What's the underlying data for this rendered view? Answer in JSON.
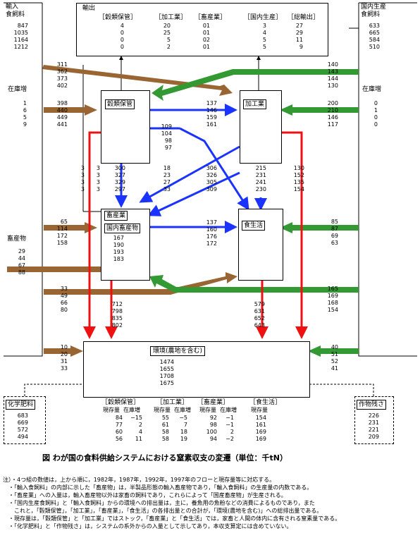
{
  "nodes": {
    "import_feed": {
      "label1": "輸入",
      "label2": "食飼料",
      "values": [
        "847",
        "1035",
        "1164",
        "1212"
      ]
    },
    "stock_increase_left": {
      "label": "在庫増",
      "values": [
        "1",
        "6",
        "5",
        "9"
      ]
    },
    "livestock_product": {
      "label": "畜産物",
      "values": [
        "29",
        "44",
        "67",
        "88"
      ]
    },
    "domestic_feed": {
      "label1": "国内生産",
      "label2": "食飼料",
      "values": [
        "633",
        "665",
        "584",
        "510"
      ]
    },
    "stock_increase_right": {
      "label": "在庫増",
      "values": [
        "0",
        "1",
        "0",
        "0"
      ]
    },
    "export": {
      "label": "輸出",
      "headers": [
        "［穀類保管］",
        "［加工業］",
        "［畜産業］",
        "［国内生産］",
        "［総輸出］"
      ],
      "rows": [
        [
          "4",
          "20",
          "01",
          "3",
          "27"
        ],
        [
          "0",
          "25",
          "01",
          "4",
          "29"
        ],
        [
          "0",
          "5",
          "02",
          "5",
          "11"
        ],
        [
          "0",
          "2",
          "01",
          "5",
          "9"
        ]
      ]
    },
    "grain": {
      "label": "穀類保管"
    },
    "processing": {
      "label": "加工業"
    },
    "livestock": {
      "label1": "畜産業",
      "label2": "国内畜産物",
      "values": [
        "167",
        "190",
        "193",
        "183"
      ]
    },
    "food": {
      "label": "食生活"
    },
    "environment": {
      "label": "環境(農地を含む)",
      "values": [
        "1474",
        "1655",
        "1708",
        "1675"
      ]
    },
    "fertilizer": {
      "label": "化学肥料",
      "values": [
        "683",
        "669",
        "572",
        "494"
      ]
    },
    "residue": {
      "label": "作物残さ",
      "values": [
        "226",
        "231",
        "221",
        "209"
      ]
    }
  },
  "flows": {
    "f_311": [
      "311",
      "362",
      "373",
      "402"
    ],
    "f_398": [
      "398",
      "440",
      "449",
      "441"
    ],
    "f_65": [
      "65",
      "114",
      "172",
      "158"
    ],
    "f_33l": [
      "33",
      "49",
      "66",
      "80"
    ],
    "f_10": [
      "10",
      "20",
      "31",
      "33"
    ],
    "f_140": [
      "140",
      "143",
      "144",
      "130"
    ],
    "f_200": [
      "200",
      "210",
      "146",
      "117"
    ],
    "f_85": [
      "85",
      "87",
      "69",
      "63"
    ],
    "f_165": [
      "165",
      "169",
      "168",
      "154"
    ],
    "f_40": [
      "40",
      "51",
      "52",
      "41"
    ],
    "f_137a": [
      "137",
      "146",
      "159",
      "161"
    ],
    "f_109": [
      "109",
      "104",
      "98",
      "97"
    ],
    "f_3a": [
      "3",
      "3",
      "3",
      "3"
    ],
    "f_3b": [
      "3",
      "3",
      "3",
      "3"
    ],
    "f_300": [
      "300",
      "327",
      "329",
      "297"
    ],
    "f_18": [
      "18",
      "23",
      "27",
      "33"
    ],
    "f_306": [
      "306",
      "326",
      "305",
      "309"
    ],
    "f_215": [
      "215",
      "231",
      "241",
      "230"
    ],
    "f_130": [
      "130",
      "152",
      "135",
      "154"
    ],
    "f_137b": [
      "137",
      "160",
      "176",
      "172"
    ],
    "f_712": [
      "712",
      "798",
      "835",
      "802"
    ],
    "f_579": [
      "579",
      "631",
      "652",
      "643"
    ]
  },
  "stocks": {
    "headers": [
      "［穀類保管］",
      "［加工業］",
      "［畜産業］",
      "［食生活］"
    ],
    "subheaders": [
      "現存量",
      "在庫増",
      "現存量",
      "在庫増",
      "現存量",
      "在庫増",
      "現存量"
    ],
    "rows": [
      [
        "84",
        "−15",
        "55",
        "−5",
        "92",
        "−1",
        "154"
      ],
      [
        "77",
        "2",
        "61",
        "7",
        "98",
        "−1",
        "161"
      ],
      [
        "60",
        "4",
        "58",
        "18",
        "100",
        "2",
        "169"
      ],
      [
        "56",
        "11",
        "58",
        "19",
        "94",
        "−2",
        "169"
      ]
    ]
  },
  "caption": "図 わが国の食料供給システムにおける窒素収支の変遷（単位：千tN）",
  "notes": [
    "注）・4つ組の数値は，上から順に，1982年，1987年，1992年，1997年のフローと現存量等に対応する。",
    "　・「輸入食飼料」の内部に示した「畜産物」は，半製品形態の輸入畜産物であり，「輸入食飼料」の生産量の内数である。",
    "　・「畜産業」への入量は，輸入畜産物以外は家畜の飼料であり，これらによって「国産畜産物」が生産される。",
    "　・「国内生産食飼料」と「輸入食飼料」からの環境への排出量は，主に，養魚用の魚粉などの消費によるものであり，また",
    "　　これと，「穀類保管」，「加工業」，「畜産業」，「食生活」の各排出量との合計が，「環境(農地を含む)」への総排出量である。",
    "　・現存量は，「穀類保管」と「加工業」ではストック，「畜産業」と「食生活」では，家畜と人間の体内に含有される窒素量である。",
    "　・「化学肥料」と「作物残さ」は，システムの系外からの入量として示してあり，本収支算定には含めていない。"
  ],
  "colors": {
    "brown": "#996633",
    "green": "#339933",
    "blue": "#1a33ff",
    "red": "#ee1111"
  }
}
